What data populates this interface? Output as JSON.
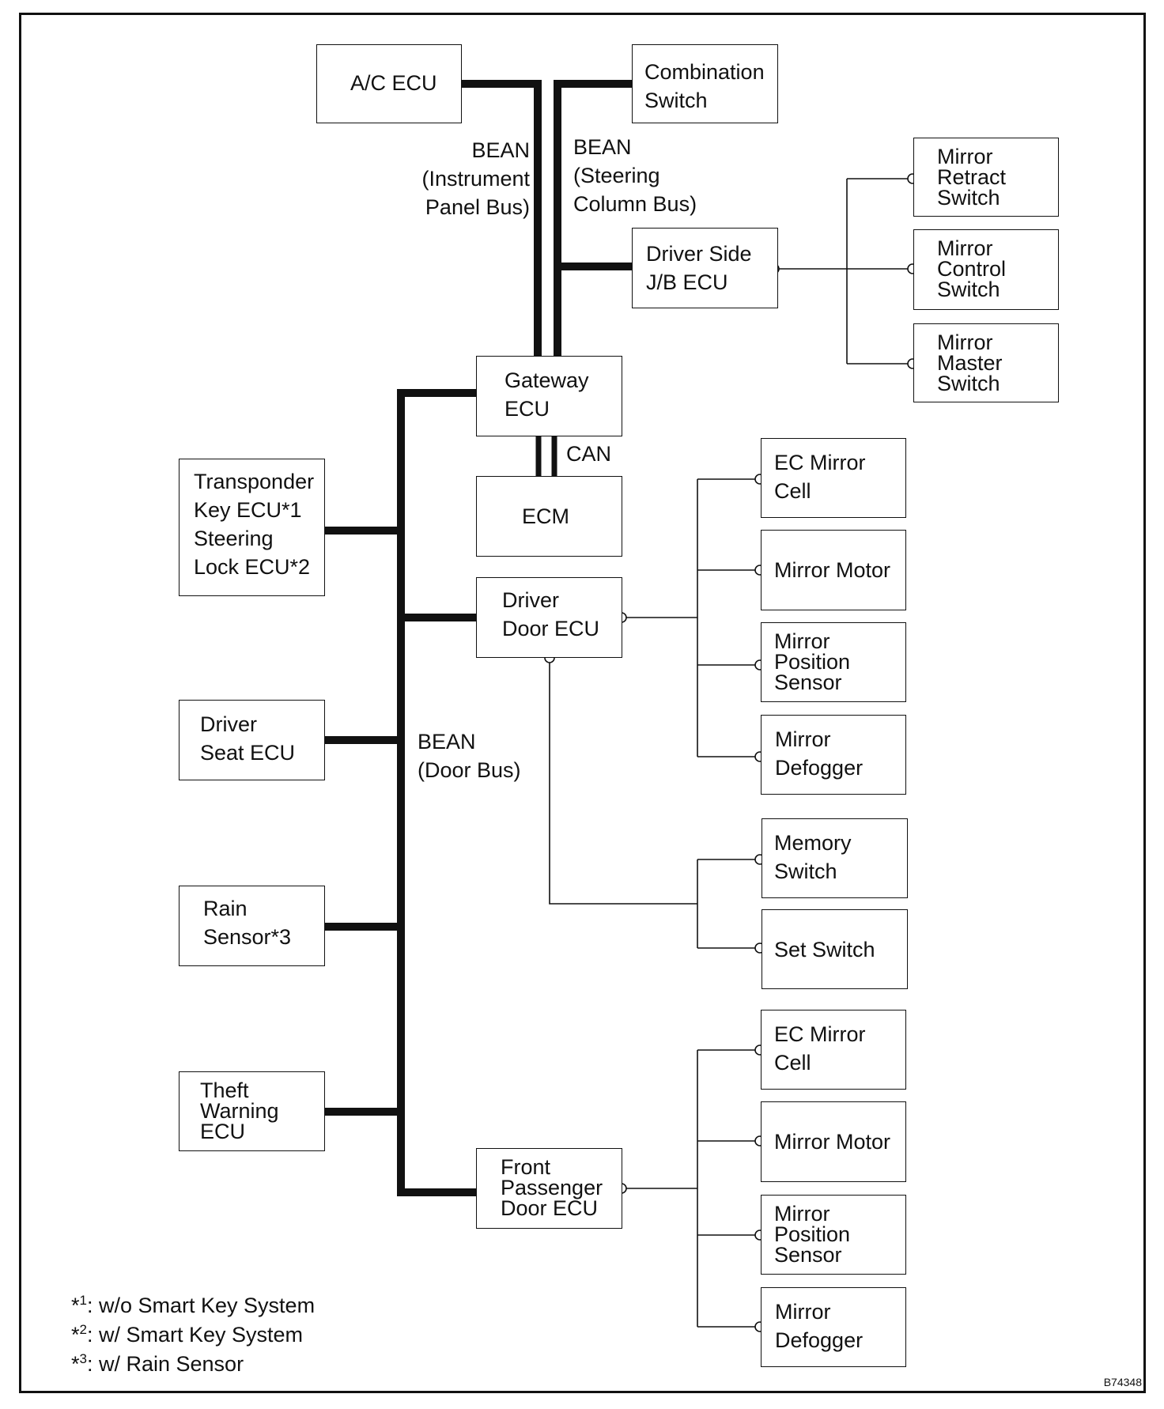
{
  "boxes": {
    "ac_ecu": "A/C ECU",
    "combination_switch": "Combination\nSwitch",
    "mirror_retract_switch": "Mirror\nRetract\nSwitch",
    "mirror_control_switch": "Mirror\nControl\nSwitch",
    "mirror_master_switch": "Mirror\nMaster\nSwitch",
    "driver_side_jb_ecu": "Driver Side\nJ/B ECU",
    "gateway_ecu": "Gateway\nECU",
    "ecm": "ECM",
    "transponder_key_ecu": "Transponder\nKey ECU*1\nSteering\nLock ECU*2",
    "driver_door_ecu": "Driver\nDoor ECU",
    "driver_seat_ecu": "Driver\nSeat ECU",
    "rain_sensor": "Rain\nSensor*3",
    "theft_warning_ecu": "Theft\nWarning\nECU",
    "front_passenger_door_ecu": "Front\nPassenger\nDoor ECU",
    "ec_mirror_cell_1": "EC Mirror\nCell",
    "mirror_motor_1": "Mirror Motor",
    "mirror_position_sensor_1": "Mirror\nPosition\nSensor",
    "mirror_defogger_1": "Mirror\nDefogger",
    "memory_switch": "Memory\nSwitch",
    "set_switch": "Set Switch",
    "ec_mirror_cell_2": "EC Mirror\nCell",
    "mirror_motor_2": "Mirror Motor",
    "mirror_position_sensor_2": "Mirror\nPosition\nSensor",
    "mirror_defogger_2": "Mirror\nDefogger"
  },
  "bus_labels": {
    "instrument_panel_bus": "BEAN\n(Instrument\nPanel Bus)",
    "steering_column_bus": "BEAN\n(Steering\nColumn Bus)",
    "can": "CAN",
    "door_bus": "BEAN\n(Door Bus)"
  },
  "footnotes": [
    {
      "mark": "*",
      "num": "1",
      "text": ": w/o Smart Key System"
    },
    {
      "mark": "*",
      "num": "2",
      "text": ": w/ Smart Key System"
    },
    {
      "mark": "*",
      "num": "3",
      "text": ": w/ Rain Sensor"
    }
  ],
  "figure_code": "B74348"
}
